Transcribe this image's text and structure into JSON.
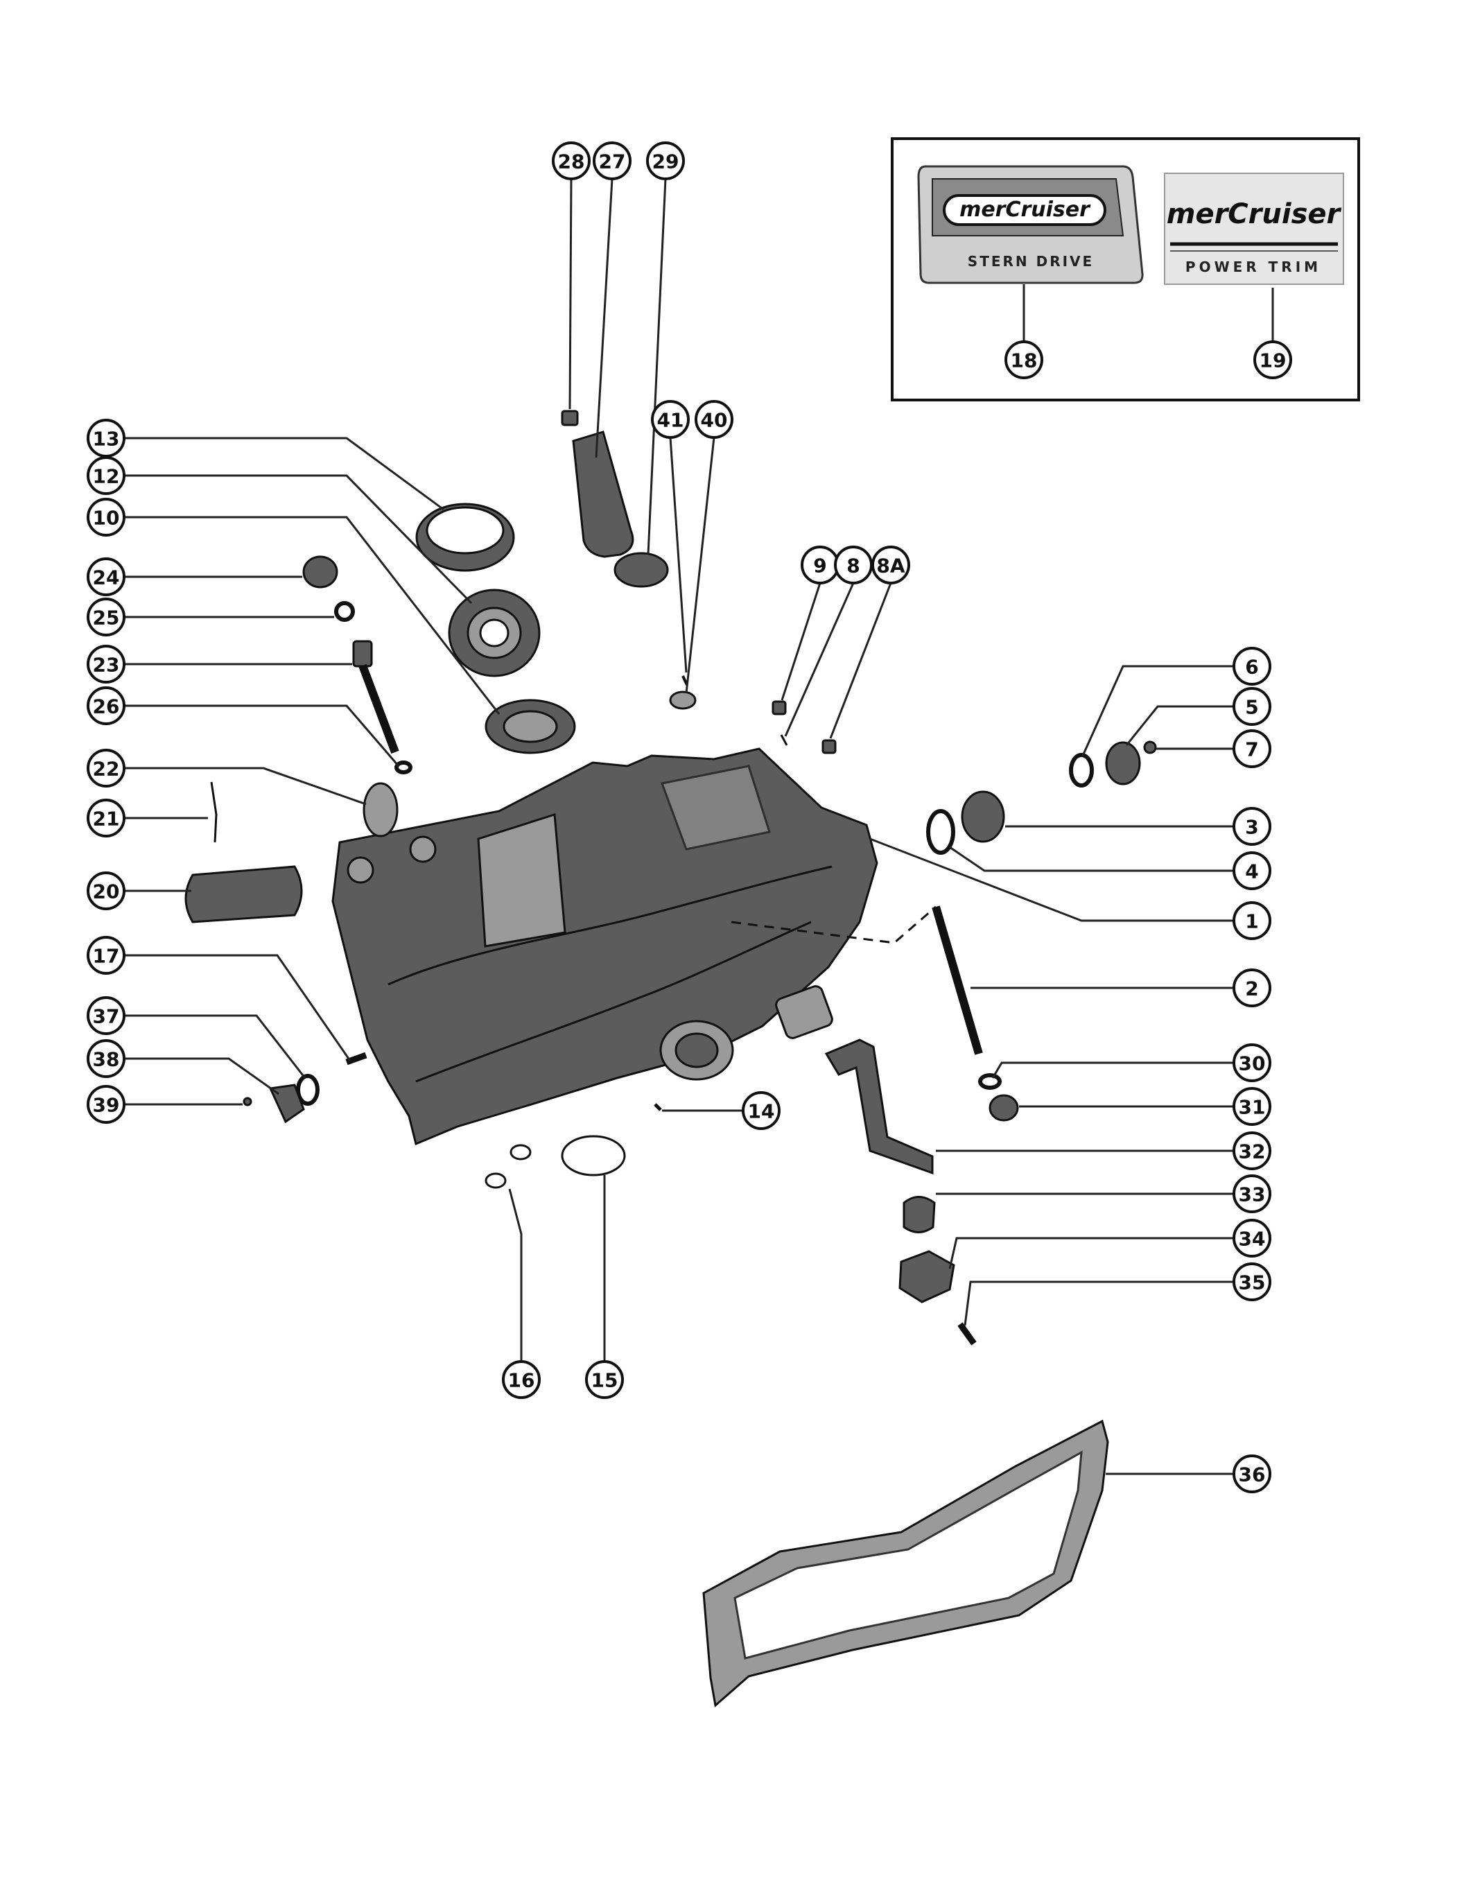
{
  "callouts": [
    {
      "id": "28",
      "label": "28"
    },
    {
      "id": "27",
      "label": "27"
    },
    {
      "id": "29",
      "label": "29"
    },
    {
      "id": "13",
      "label": "13"
    },
    {
      "id": "12",
      "label": "12"
    },
    {
      "id": "10",
      "label": "10"
    },
    {
      "id": "24",
      "label": "24"
    },
    {
      "id": "25",
      "label": "25"
    },
    {
      "id": "23",
      "label": "23"
    },
    {
      "id": "26",
      "label": "26"
    },
    {
      "id": "22",
      "label": "22"
    },
    {
      "id": "21",
      "label": "21"
    },
    {
      "id": "20",
      "label": "20"
    },
    {
      "id": "17",
      "label": "17"
    },
    {
      "id": "37",
      "label": "37"
    },
    {
      "id": "38",
      "label": "38"
    },
    {
      "id": "39",
      "label": "39"
    },
    {
      "id": "41",
      "label": "41"
    },
    {
      "id": "40",
      "label": "40"
    },
    {
      "id": "9",
      "label": "9"
    },
    {
      "id": "8",
      "label": "8"
    },
    {
      "id": "8A",
      "label": "8A"
    },
    {
      "id": "6",
      "label": "6"
    },
    {
      "id": "5",
      "label": "5"
    },
    {
      "id": "7",
      "label": "7"
    },
    {
      "id": "3",
      "label": "3"
    },
    {
      "id": "4",
      "label": "4"
    },
    {
      "id": "1",
      "label": "1"
    },
    {
      "id": "2",
      "label": "2"
    },
    {
      "id": "30",
      "label": "30"
    },
    {
      "id": "31",
      "label": "31"
    },
    {
      "id": "32",
      "label": "32"
    },
    {
      "id": "33",
      "label": "33"
    },
    {
      "id": "34",
      "label": "34"
    },
    {
      "id": "35",
      "label": "35"
    },
    {
      "id": "14",
      "label": "14"
    },
    {
      "id": "15",
      "label": "15"
    },
    {
      "id": "16",
      "label": "16"
    },
    {
      "id": "36",
      "label": "36"
    },
    {
      "id": "18",
      "label": "18"
    },
    {
      "id": "19",
      "label": "19"
    }
  ],
  "decals": {
    "stern_drive": {
      "logo": "merCruiser",
      "subtitle": "STERN DRIVE"
    },
    "power_trim": {
      "logo": "merCruiser",
      "subtitle": "POWER TRIM"
    }
  }
}
